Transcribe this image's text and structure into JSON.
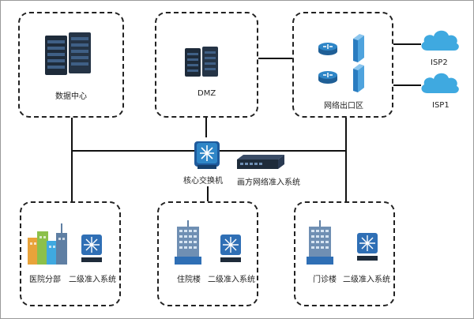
{
  "nodes": {
    "datacenter": "数据中心",
    "dmz": "DMZ",
    "egress": "网络出口区",
    "isp2": "ISP2",
    "isp1": "ISP1",
    "core_switch": "核心交换机",
    "access_system": "画方网络准入系统",
    "branch": "医院分部",
    "inpatient": "住院楼",
    "outpatient": "门诊楼",
    "secondary_access": "二级准入系统"
  },
  "colors": {
    "server_dark": "#1e2b3a",
    "cloud": "#3fa9e0",
    "router": "#2f86c7",
    "firewall": "#4fa3dd",
    "switch": "#2f6fb5",
    "building": "#6f8fb3"
  }
}
